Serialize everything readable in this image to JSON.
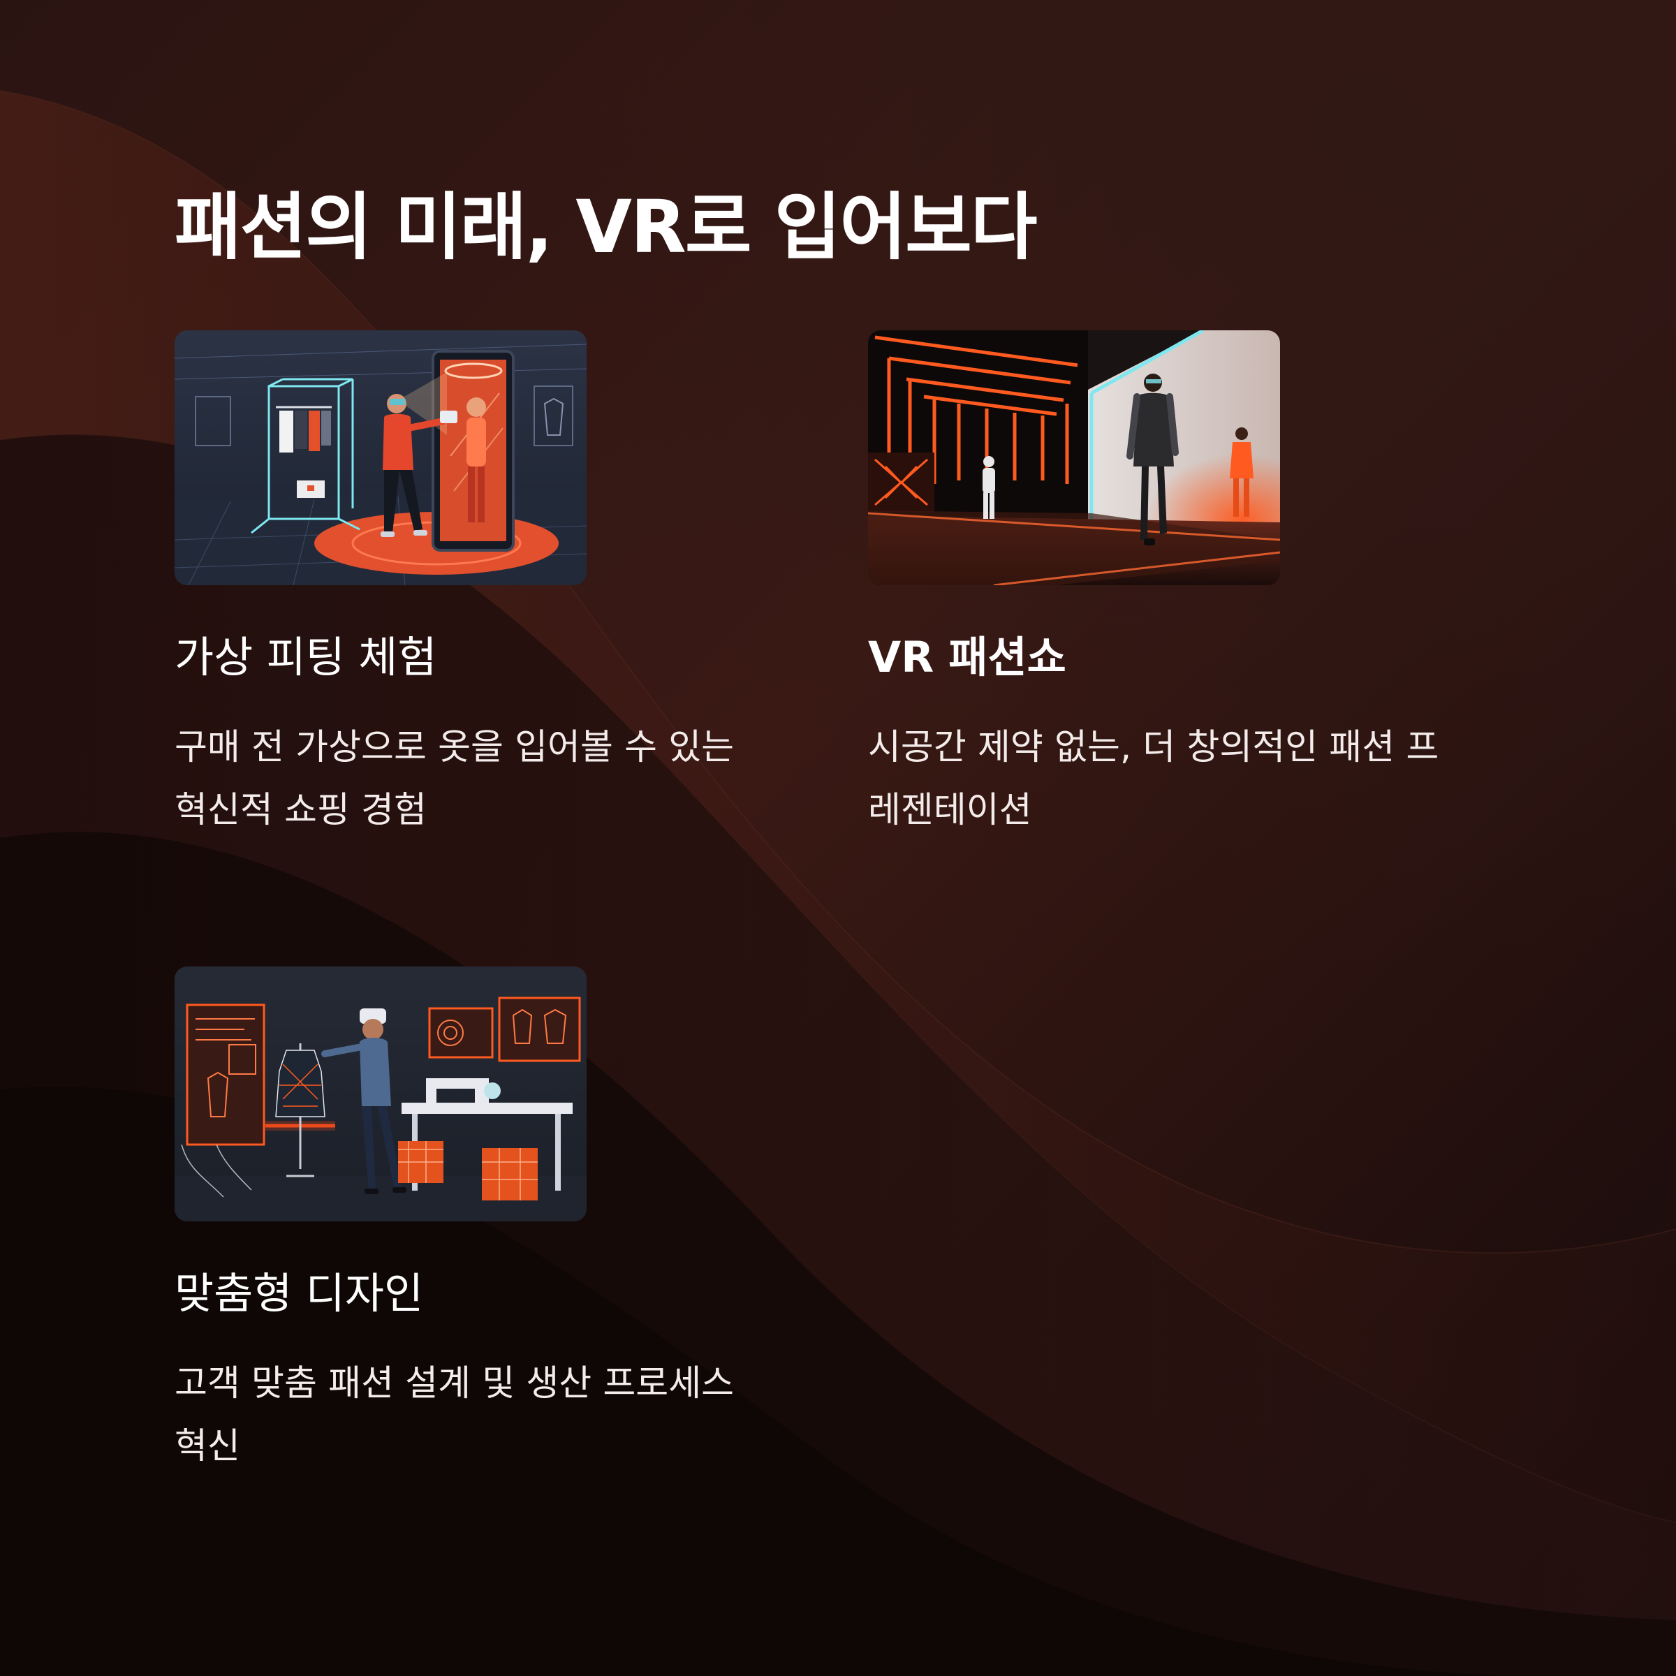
{
  "page": {
    "title": "패션의 미래, VR로 입어보다"
  },
  "cards": [
    {
      "image_icon": "virtual-fitting-illustration",
      "title": "가상 피팅 체험",
      "desc_line1": "구매 전 가상으로 옷을 입어볼 수 있는",
      "desc_line2": "혁신적 쇼핑 경험"
    },
    {
      "image_icon": "vr-runway-illustration",
      "title": "VR 패션쇼",
      "desc_line1": "시공간 제약 없는, 더 창의적인 패션 프",
      "desc_line2": "레젠테이션"
    },
    {
      "image_icon": "custom-design-illustration",
      "title": "맞춤형 디자인",
      "desc_line1": "고객 맞춤 패션 설계 및 생산 프로세스",
      "desc_line2": "혁신"
    }
  ],
  "colors": {
    "background_dark": "#140909",
    "background_mid": "#3a1712",
    "accent_orange": "#ff5a1f",
    "neon_cyan": "#7fe7ef",
    "text": "#ffffff"
  }
}
